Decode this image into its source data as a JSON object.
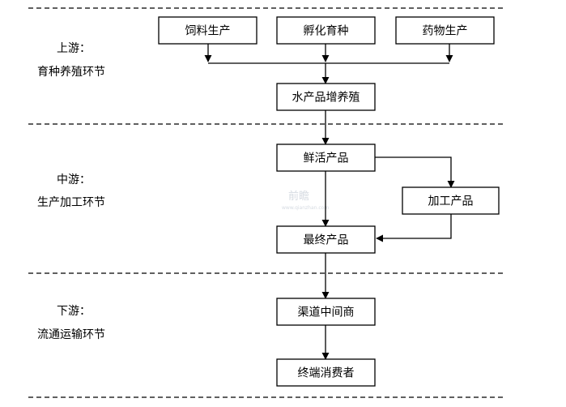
{
  "stages": {
    "upstream": {
      "name": "上游：",
      "desc": "育种养殖环节"
    },
    "midstream": {
      "name": "中游：",
      "desc": "生产加工环节"
    },
    "downstream": {
      "name": "下游：",
      "desc": "流通运输环节"
    }
  },
  "nodes": {
    "feed": "饲料生产",
    "hatch": "孵化育种",
    "drug": "药物生产",
    "aquaculture": "水产品增养殖",
    "fresh": "鲜活产品",
    "processed": "加工产品",
    "final": "最终产品",
    "channel": "渠道中间商",
    "consumer": "终端消费者"
  },
  "watermark": {
    "logo": "前瞻",
    "url": "www.qianzhan.com"
  },
  "colors": {
    "line": "#000000",
    "divider": "#000000",
    "watermark": "#d6dbe2"
  }
}
